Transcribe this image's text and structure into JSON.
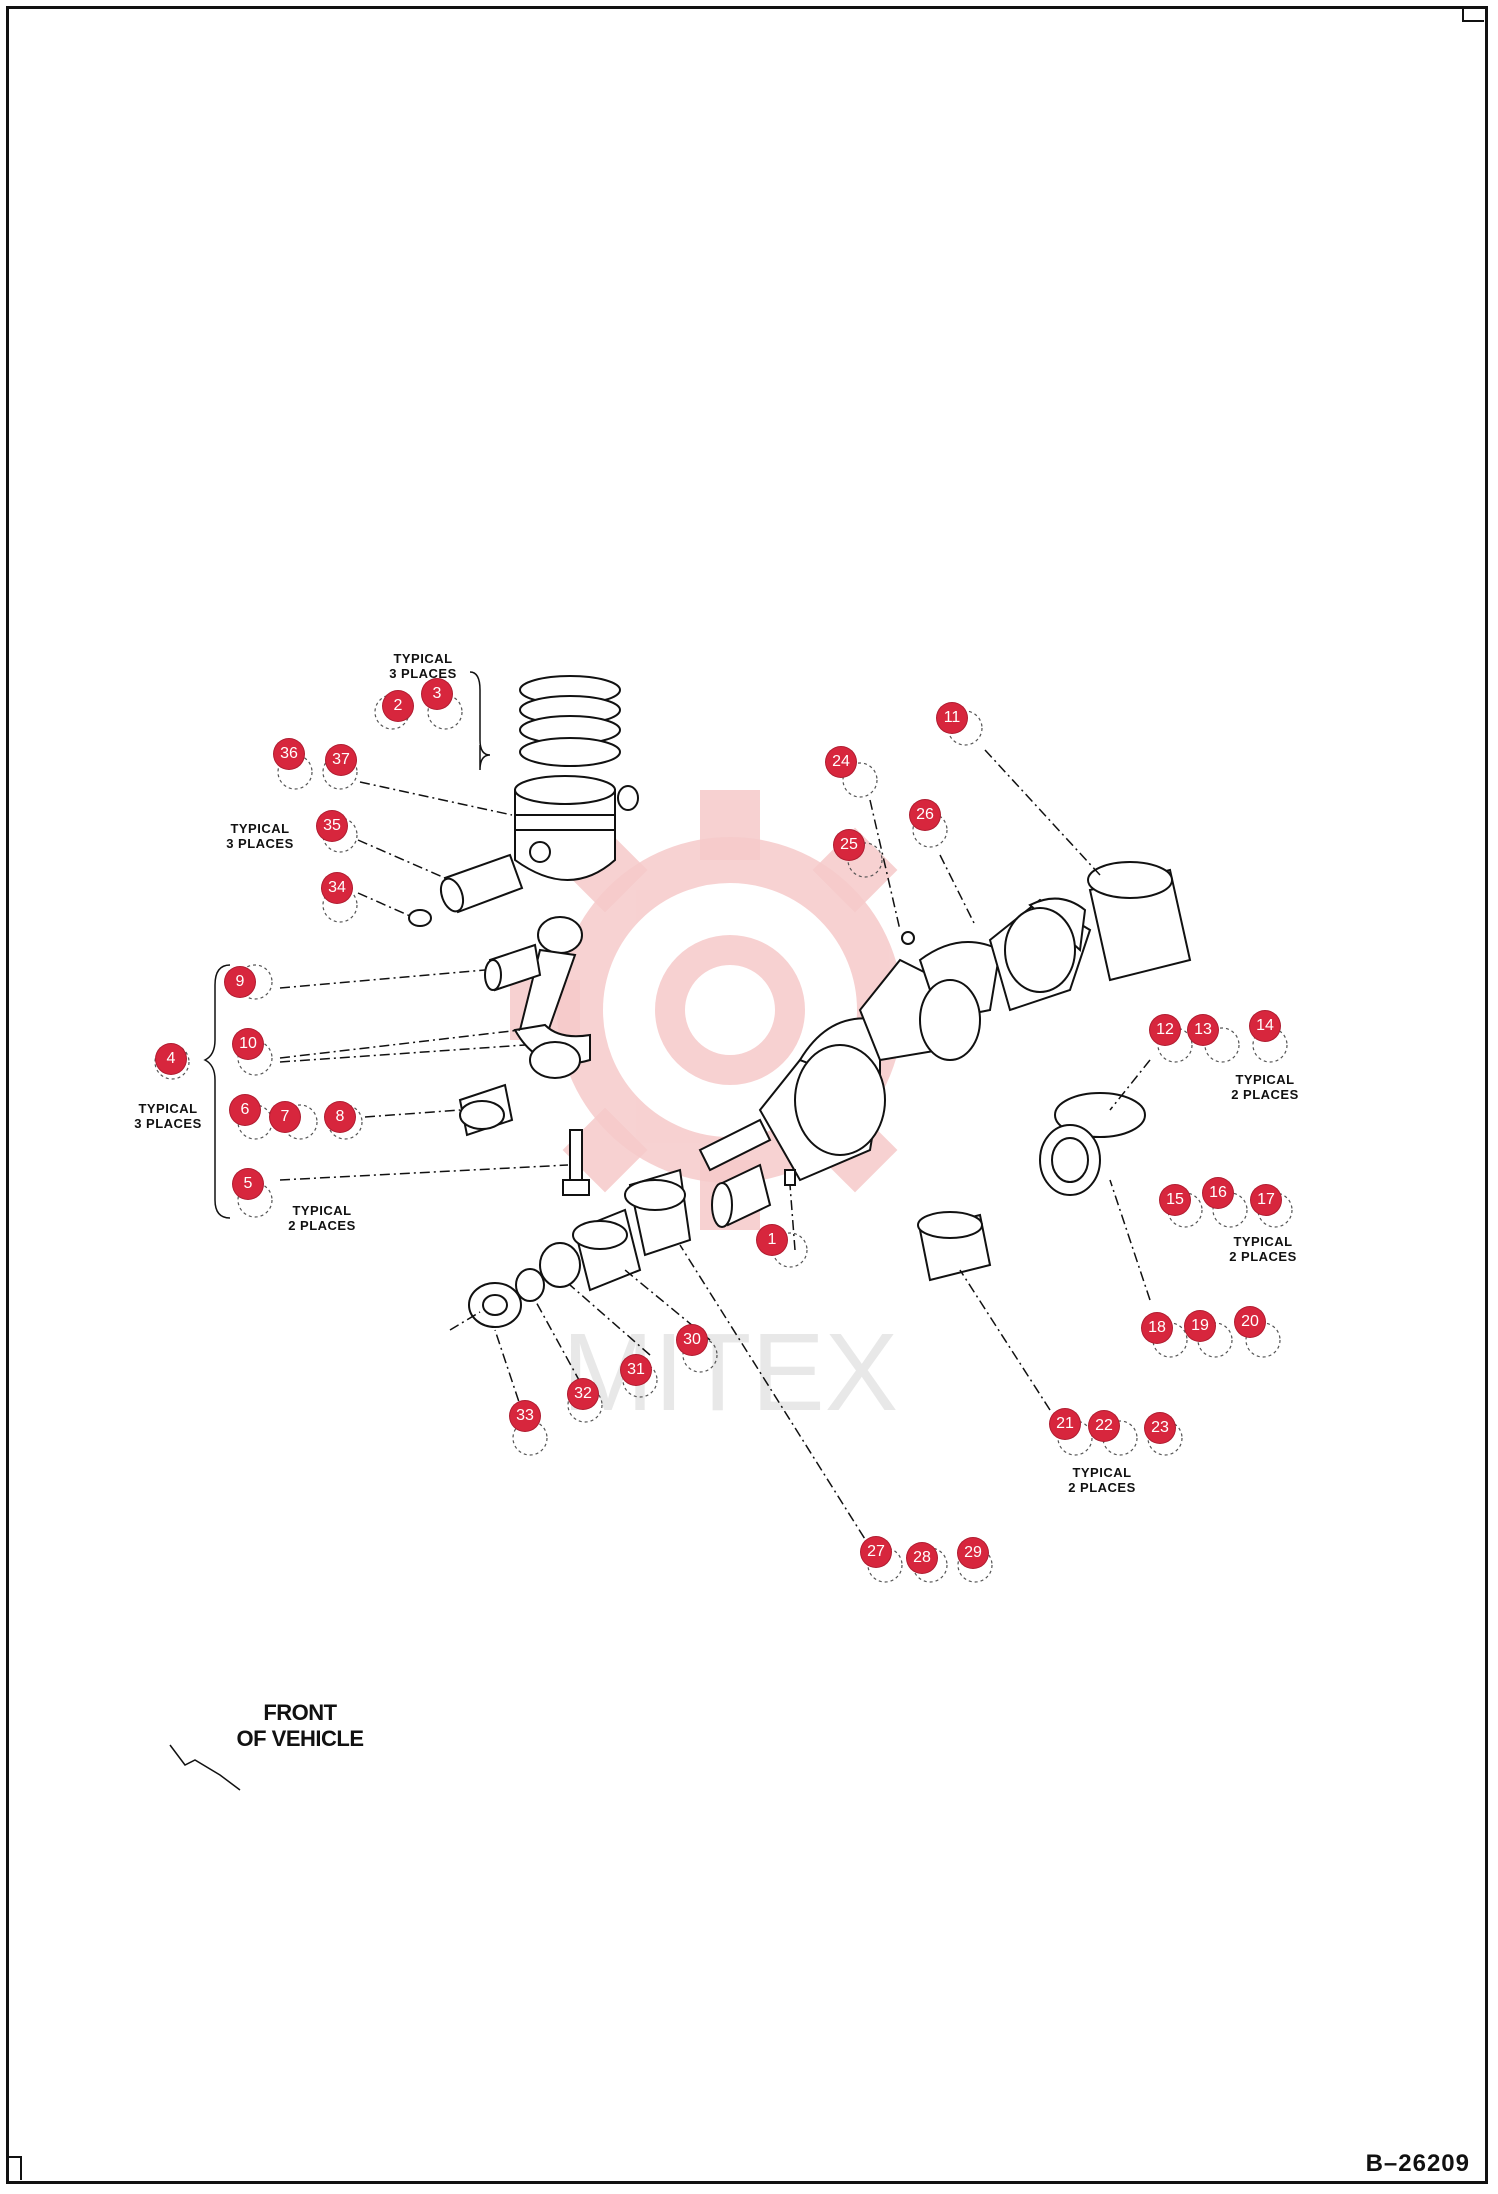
{
  "figure_number": "B–26209",
  "front_label": [
    "FRONT",
    "OF VEHICLE"
  ],
  "watermark": "MITEX",
  "notes": [
    {
      "id": "note-piston-rings",
      "lines": [
        "TYPICAL",
        "3 PLACES"
      ]
    },
    {
      "id": "note-piston-pin",
      "lines": [
        "TYPICAL",
        "3 PLACES"
      ]
    },
    {
      "id": "note-rod-group",
      "lines": [
        "TYPICAL",
        "3 PLACES"
      ]
    },
    {
      "id": "note-rod-bolt",
      "lines": [
        "TYPICAL",
        "2 PLACES"
      ]
    },
    {
      "id": "note-main-bearing-top",
      "lines": [
        "TYPICAL",
        "2 PLACES"
      ]
    },
    {
      "id": "note-main-bearing-mid",
      "lines": [
        "TYPICAL",
        "2 PLACES"
      ]
    },
    {
      "id": "note-main-bearing-low",
      "lines": [
        "TYPICAL",
        "2 PLACES"
      ]
    }
  ],
  "callouts": [
    "1",
    "2",
    "3",
    "4",
    "5",
    "6",
    "7",
    "8",
    "9",
    "10",
    "11",
    "12",
    "13",
    "14",
    "15",
    "16",
    "17",
    "18",
    "19",
    "20",
    "21",
    "22",
    "23",
    "24",
    "25",
    "26",
    "27",
    "28",
    "29",
    "30",
    "31",
    "32",
    "33",
    "34",
    "35",
    "36",
    "37"
  ],
  "colors": {
    "callout": "#d7263d",
    "watermark": "#f3c4c4",
    "line": "#111111"
  }
}
